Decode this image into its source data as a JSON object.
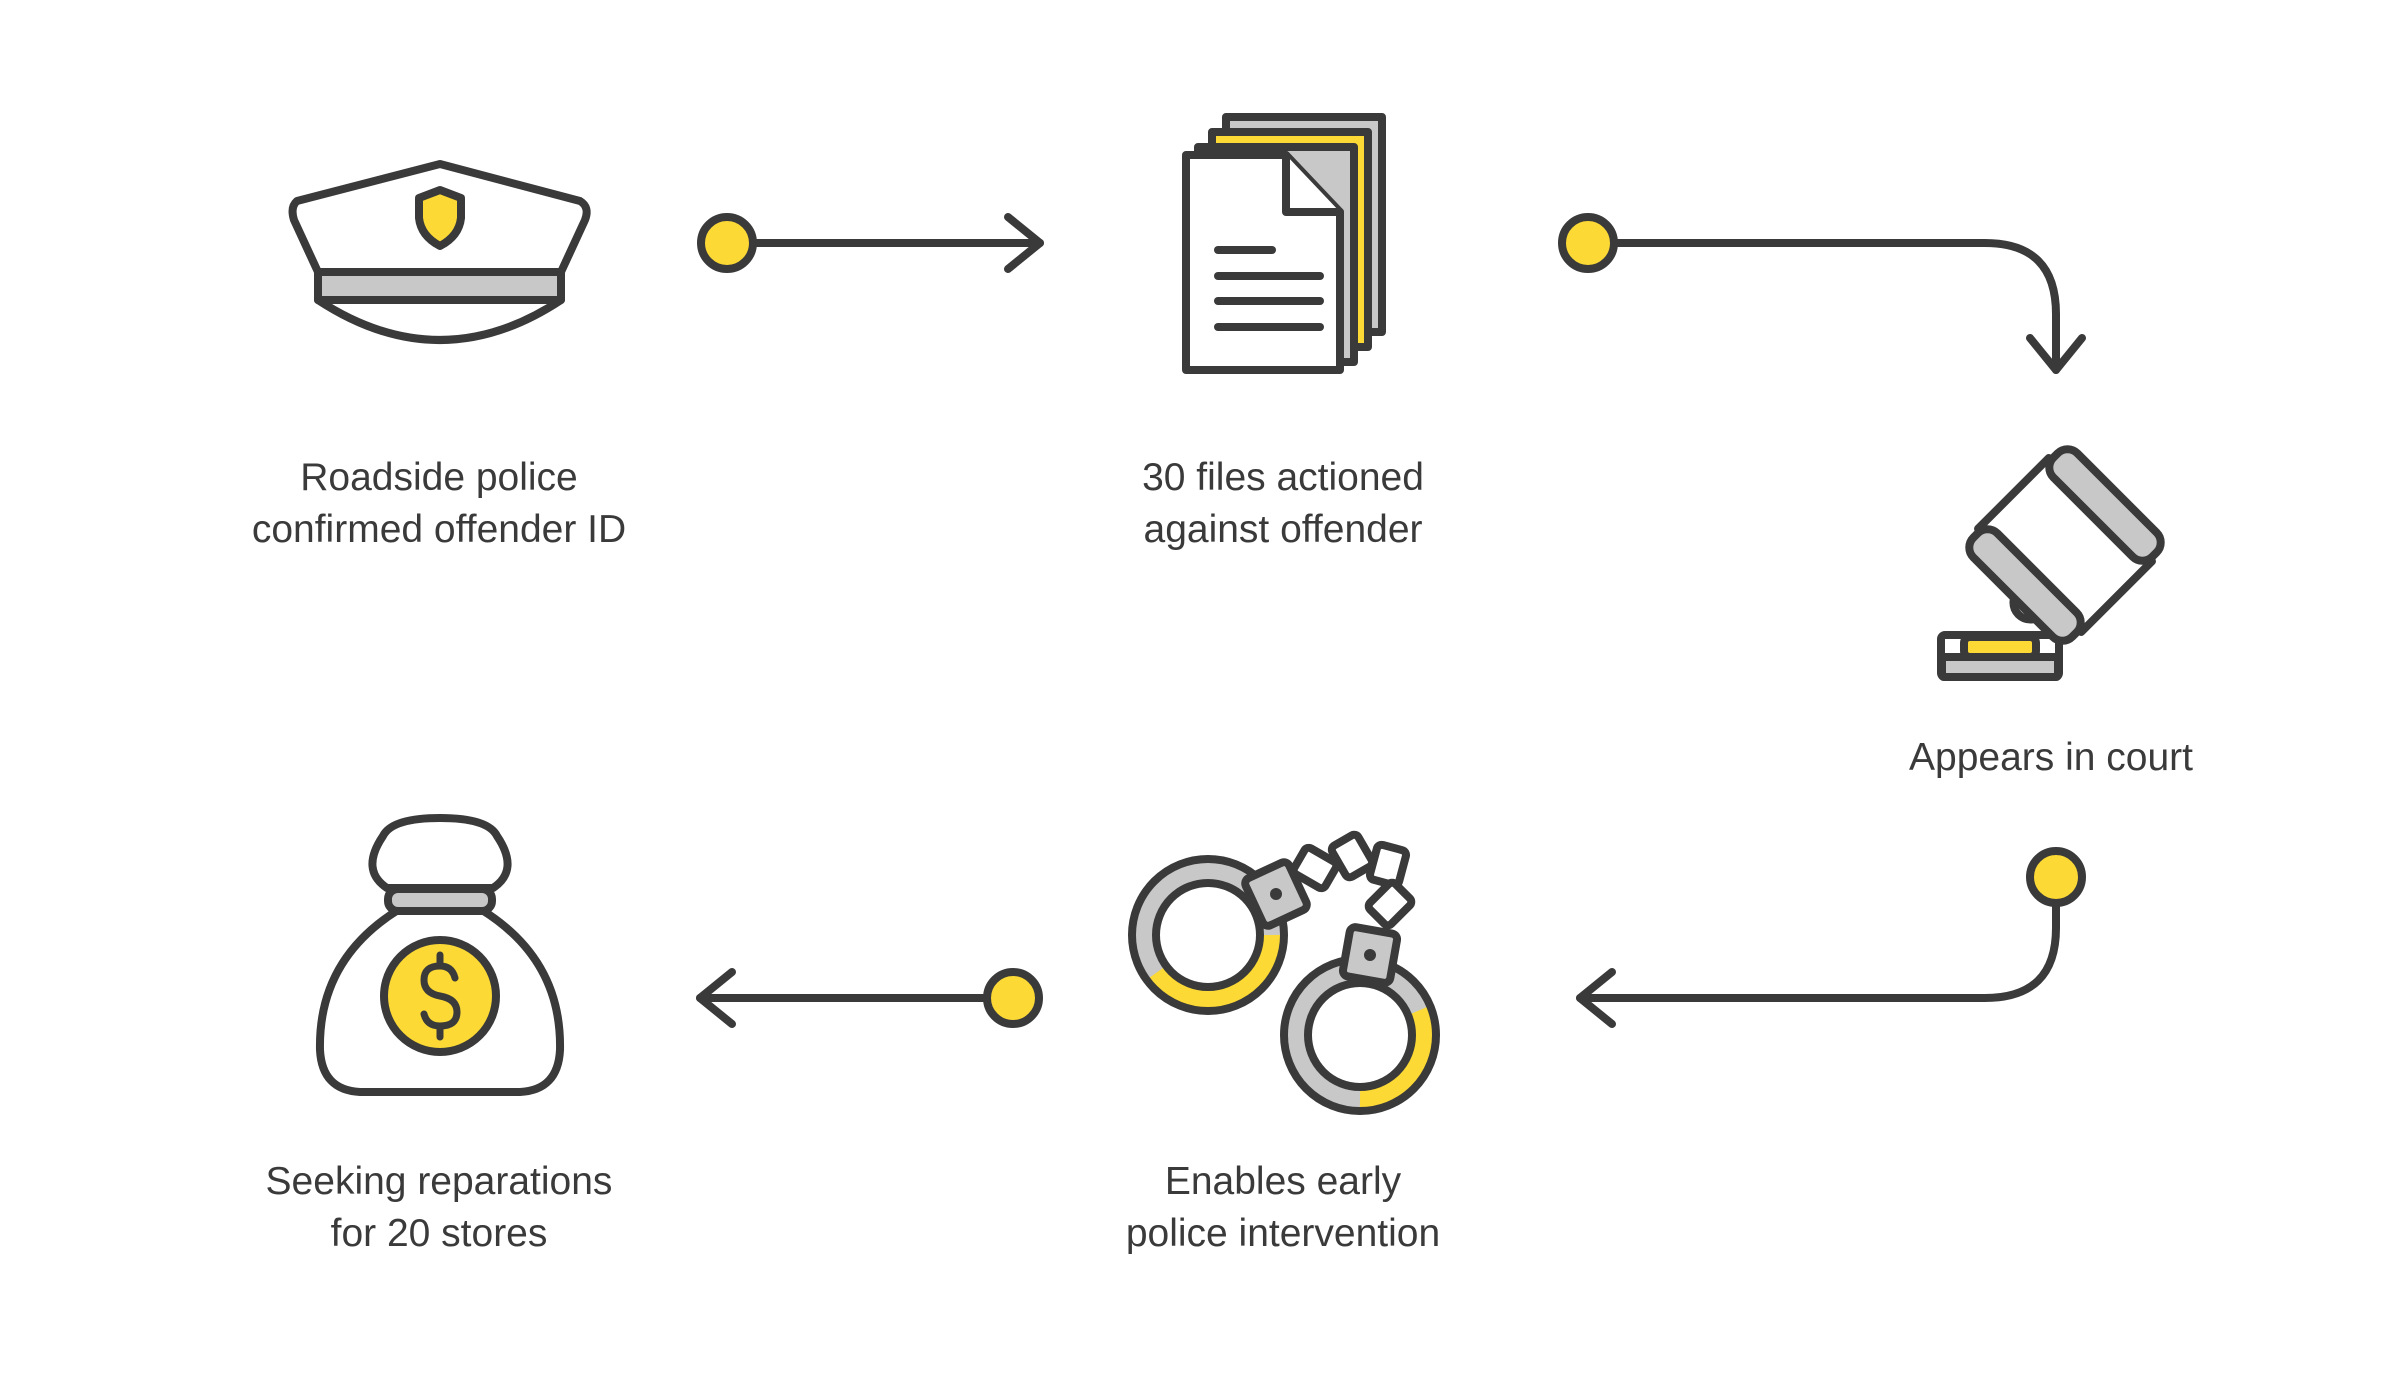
{
  "colors": {
    "outline": "#3a3a3a",
    "accent": "#fcd935",
    "fill_light": "#ffffff",
    "fill_grey": "#c8c8c8",
    "text": "#3a3a3a"
  },
  "steps": [
    {
      "icon": "police-cap-icon",
      "label_lines": [
        "Roadside police",
        "confirmed offender ID"
      ]
    },
    {
      "icon": "documents-icon",
      "label_lines": [
        "30 files actioned",
        "against offender"
      ]
    },
    {
      "icon": "gavel-icon",
      "label_lines": [
        "Appears in court"
      ]
    },
    {
      "icon": "handcuffs-icon",
      "label_lines": [
        "Enables early",
        "police intervention"
      ]
    },
    {
      "icon": "money-bag-icon",
      "label_lines": [
        "Seeking reparations",
        "for 20 stores"
      ]
    }
  ]
}
